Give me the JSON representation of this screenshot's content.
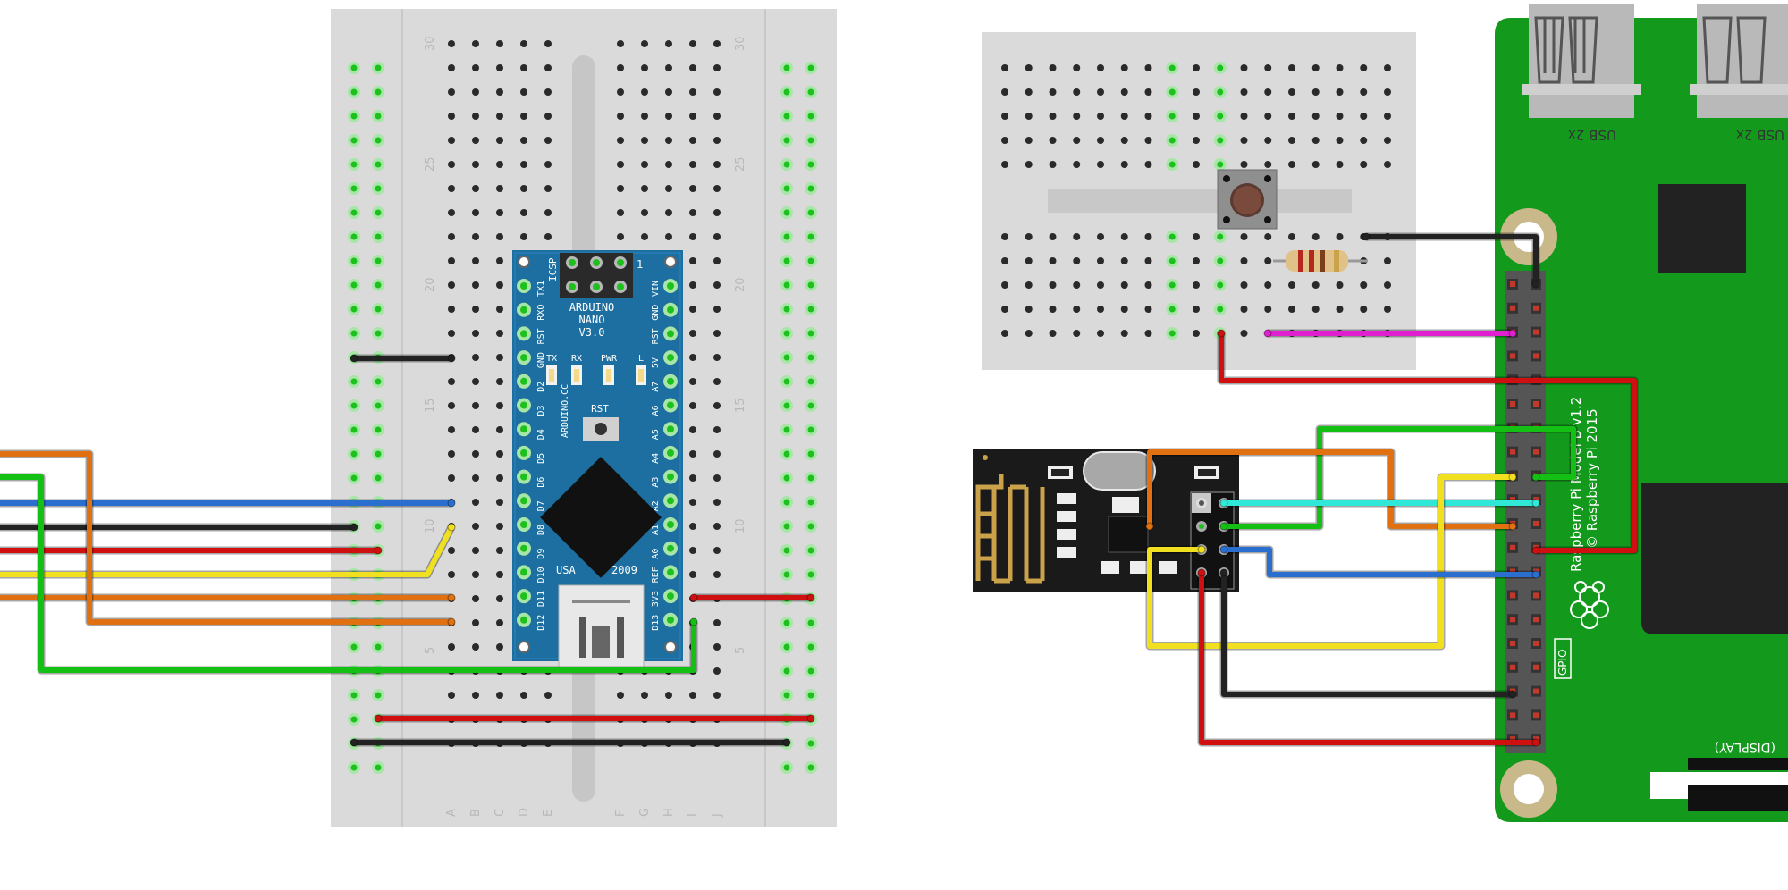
{
  "breadboard_left": {
    "row_numbers": [
      "30",
      "25",
      "20",
      "15",
      "10",
      "5"
    ],
    "col_letters": [
      "A",
      "B",
      "C",
      "D",
      "E",
      "F",
      "G",
      "H",
      "I",
      "J"
    ]
  },
  "arduino": {
    "title_line1": "ARDUINO",
    "title_line2": "NANO",
    "title_line3": "V3.0",
    "icsp": "ICSP",
    "pin_one": "1",
    "left_pins": [
      "TX1",
      "RXO",
      "RST",
      "GND",
      "D2",
      "D3",
      "D4",
      "D5",
      "D6",
      "D7",
      "D8",
      "D9",
      "D10",
      "D11",
      "D12"
    ],
    "right_pins": [
      "VIN",
      "GND",
      "RST",
      "5V",
      "A7",
      "A6",
      "A5",
      "A4",
      "A3",
      "A2",
      "A1",
      "A0",
      "REF",
      "3V3",
      "D13"
    ],
    "led_labels": [
      "TX",
      "RX",
      "PWR",
      "L"
    ],
    "rst_label": "RST",
    "brand": "ARDUINO.CC",
    "usa": "USA",
    "year": "2009"
  },
  "raspberry_pi": {
    "usb_label": "USB 2x",
    "model": "Raspberry Pi Model B v1.2",
    "copyright": "© Raspberry Pi 2015",
    "gpio": "GPIO",
    "display": "(DISPLAY)"
  },
  "colors": {
    "board_green": "#139a1d",
    "arduino_blue": "#1c6fa0",
    "breadboard": "#dadada",
    "wire_red": "#d01010",
    "wire_black": "#222222",
    "wire_orange": "#e07010",
    "wire_yellow": "#f0e020",
    "wire_green": "#15c015",
    "wire_blue": "#2a6fd0",
    "wire_cyan": "#30e8d8",
    "wire_magenta": "#e020d0"
  }
}
